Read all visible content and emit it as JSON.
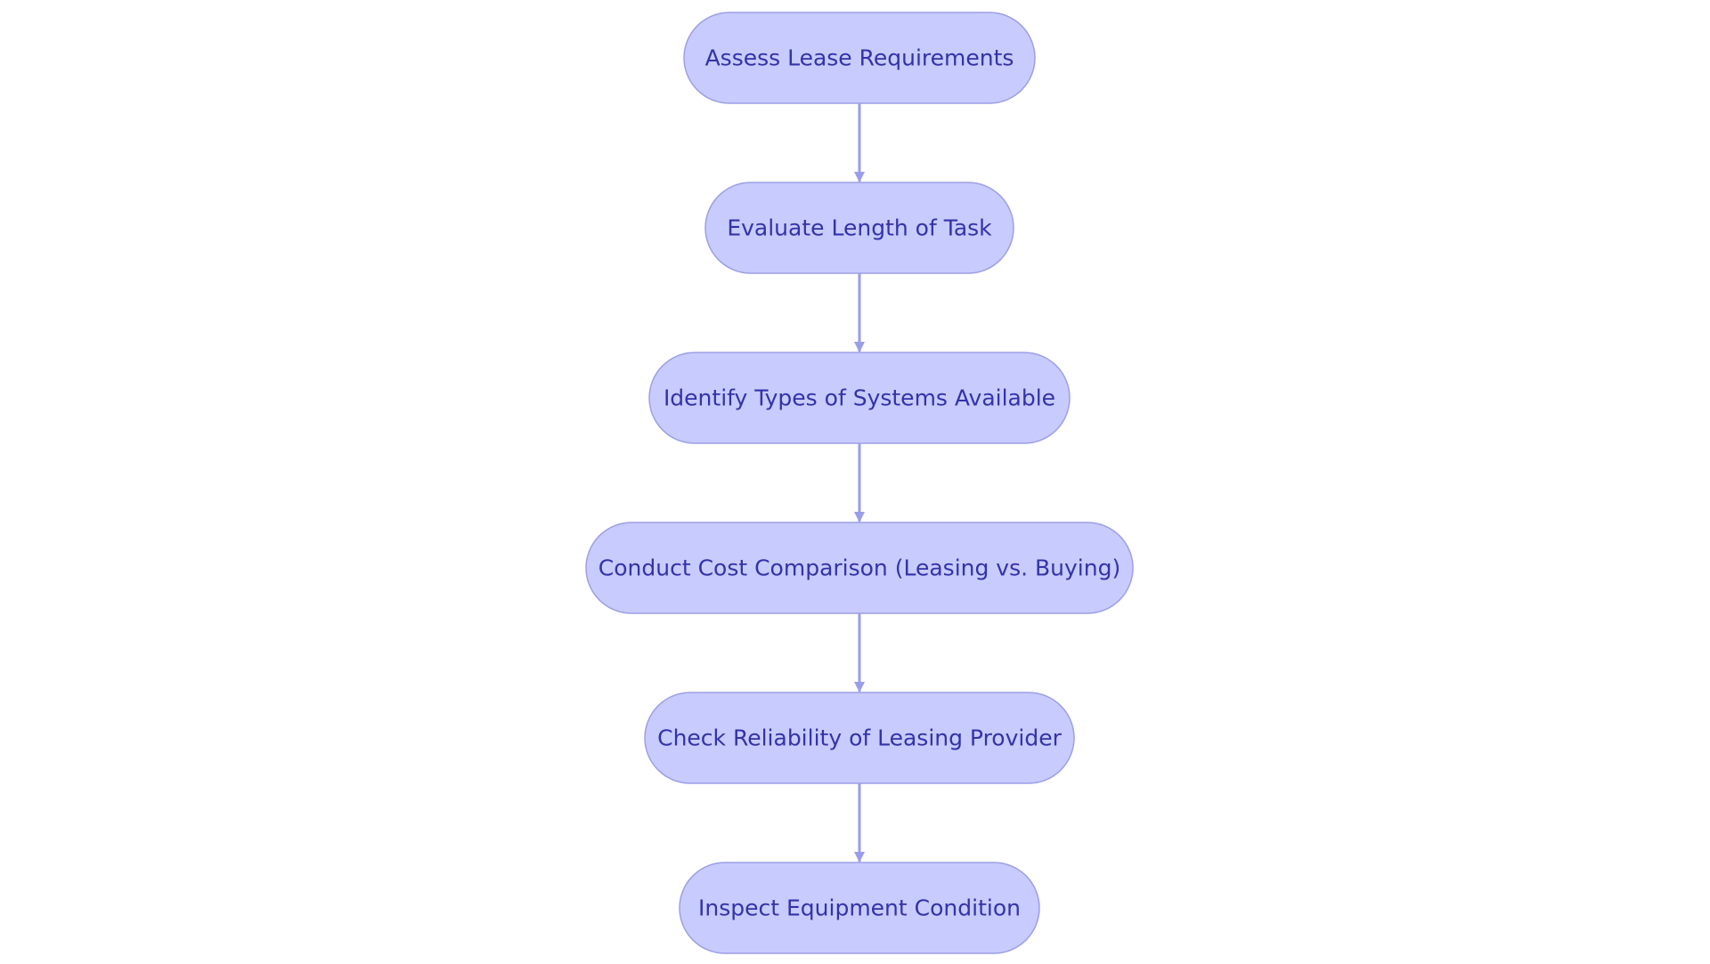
{
  "diagram": {
    "type": "flowchart",
    "direction": "top-to-bottom",
    "colors": {
      "node_fill": "#c8cbfd",
      "node_stroke": "#9c9fe6",
      "text": "#3333aa",
      "edge": "#9a9ee8",
      "background": "#ffffff"
    },
    "nodes": [
      {
        "id": "n1",
        "label": "Assess Lease Requirements"
      },
      {
        "id": "n2",
        "label": "Evaluate Length of Task"
      },
      {
        "id": "n3",
        "label": "Identify Types of Systems Available"
      },
      {
        "id": "n4",
        "label": "Conduct Cost Comparison (Leasing vs. Buying)"
      },
      {
        "id": "n5",
        "label": "Check Reliability of Leasing Provider"
      },
      {
        "id": "n6",
        "label": "Inspect Equipment Condition"
      }
    ],
    "edges": [
      {
        "from": "n1",
        "to": "n2"
      },
      {
        "from": "n2",
        "to": "n3"
      },
      {
        "from": "n3",
        "to": "n4"
      },
      {
        "from": "n4",
        "to": "n5"
      },
      {
        "from": "n5",
        "to": "n6"
      }
    ]
  }
}
